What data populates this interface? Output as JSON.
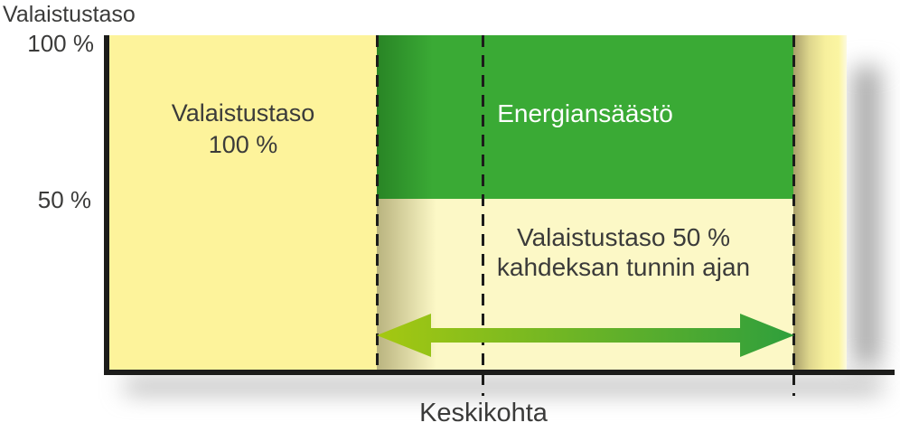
{
  "title": "Valaistustaso",
  "y_axis": {
    "tick_100": "100 %",
    "tick_50": "50 %"
  },
  "regions": {
    "left_line1": "Valaistustaso",
    "left_line2": "100 %",
    "green_label": "Energiansäästö",
    "pale_line1": "Valaistustaso 50 %",
    "pale_line2": "kahdeksan tunnin ajan"
  },
  "x_axis": {
    "center_label": "Keskikohta"
  },
  "colors": {
    "yellow_bright": "#fdf39b",
    "yellow_pale": "#fcf8c6",
    "green_main": "#3aaa35",
    "arrow_start": "#a5c811",
    "arrow_end": "#2f9f3c",
    "line_black": "#1c1c1a",
    "text_dark": "#3b3b3a"
  },
  "chart_data": {
    "type": "area",
    "title": "Valaistustaso",
    "ylabel": "Valaistustaso",
    "ylim": [
      0,
      100
    ],
    "yticks": [
      {
        "value": 100,
        "label": "100 %"
      },
      {
        "value": 50,
        "label": "50 %"
      }
    ],
    "grid": false,
    "segments": [
      {
        "label": "Valaistustaso 100 %",
        "level_pct": 100,
        "fill": "#fdf39b"
      },
      {
        "label": "Valaistustaso 50 % kahdeksan tunnin ajan",
        "level_pct": 50,
        "duration_hours": 8,
        "fill": "#fcf8c6"
      },
      {
        "label": "Valaistustaso 100 %",
        "level_pct": 100,
        "fill": "#fdf39b"
      }
    ],
    "saving_region": {
      "label": "Energiansäästö",
      "from_pct": 50,
      "to_pct": 100,
      "fill": "#3aaa35",
      "text_color": "#ffffff"
    },
    "dashed_lines": [
      "dimming-start",
      "keskikohta-center",
      "dimming-end"
    ],
    "duration_arrow": {
      "style": "double-headed",
      "gradient": [
        "#a5c811",
        "#2f9f3c"
      ],
      "spans": "dimming-start to dimming-end"
    },
    "annotations": [
      {
        "text": "Keskikohta",
        "position": "below x-axis at center dashed line"
      }
    ]
  }
}
